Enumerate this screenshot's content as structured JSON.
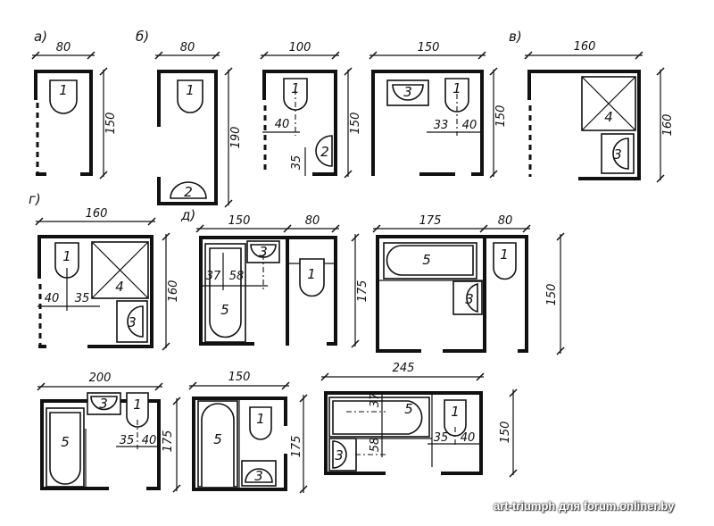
{
  "variant_labels": {
    "a": "а)",
    "b": "б)",
    "v": "в)",
    "g": "г)",
    "d": "д)"
  },
  "fixture_numbers": {
    "toilet": "1",
    "bidet_half": "2",
    "sink": "3",
    "shower": "4",
    "bath": "5"
  },
  "plans": [
    {
      "id": "a",
      "width": "80",
      "depth": "150"
    },
    {
      "id": "b",
      "width": "80",
      "depth": "190"
    },
    {
      "id": "b2",
      "width": "100",
      "depth": "150",
      "offset1": "40",
      "offset2": "35"
    },
    {
      "id": "b3",
      "width": "150",
      "depth": "150",
      "offset1": "33",
      "offset2": "40"
    },
    {
      "id": "v",
      "width": "160",
      "depth": "160"
    },
    {
      "id": "g",
      "width": "160",
      "depth": "160",
      "offset1": "40",
      "offset2": "35"
    },
    {
      "id": "d",
      "width1": "150",
      "width2": "80",
      "depth": "175",
      "offset1": "37",
      "offset2": "58"
    },
    {
      "id": "d2",
      "width1": "175",
      "width2": "80",
      "depth": "150"
    },
    {
      "id": "d3",
      "width": "200",
      "depth": "175",
      "offset1": "35",
      "offset2": "40"
    },
    {
      "id": "d4",
      "width": "150",
      "depth": "175"
    },
    {
      "id": "d5",
      "width": "245",
      "depth": "150",
      "offset1": "37",
      "offset2": "58",
      "offset3": "35",
      "offset4": "40"
    }
  ],
  "watermark": "art-triumph для forum.onliner.by"
}
